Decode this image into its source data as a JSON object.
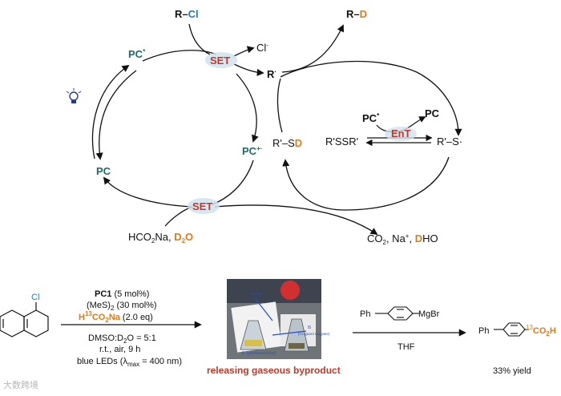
{
  "cycle": {
    "R_Cl": {
      "R": "R",
      "dash": "–",
      "Cl": "Cl"
    },
    "R_D": {
      "R": "R",
      "dash": "–",
      "D": "D"
    },
    "pc_star": {
      "base": "PC",
      "sup": "*"
    },
    "pc_radical_cation": {
      "base": "PC",
      "sup": "+·"
    },
    "pc_ground": "PC",
    "set_top": "SET",
    "set_bottom": "SET",
    "chloride": {
      "base": "Cl",
      "sup": "-"
    },
    "R_radical": {
      "base": "R",
      "sup": "·"
    },
    "RSD": {
      "prefix": "R'–S",
      "D": "D"
    },
    "energy_transfer": {
      "pc_star": "PC",
      "pc_star_sup": "*",
      "pc": "PC",
      "ent": "EnT"
    },
    "disulfide": "R'SSR'",
    "thiyl": "R'–S·",
    "reagents_bottom": {
      "text": "HCO",
      "sub2": "2",
      "na": "Na, ",
      "d2o_D": "D",
      "d2o_sub": "2",
      "d2o_O": "O"
    },
    "products_bottom": {
      "co2": "CO",
      "co2_sub": "2",
      "rest": ", Na",
      "na_sup": "+",
      "sep": ", ",
      "D": "D",
      "HO": "HO"
    }
  },
  "reaction": {
    "substrate_atom": "Cl",
    "conditions": {
      "line1_bold": "PC1",
      "line1_rest": " (5 mol%)",
      "line2": "(MeS)",
      "line2_sub": "2",
      "line2_rest": " (30 mol%)",
      "line3_H": "H",
      "line3_sup": "13",
      "line3_CO": "CO",
      "line3_sub": "2",
      "line3_Na": "Na",
      "line3_rest": " (2.0 eq)",
      "line4": "DMSO:D",
      "line4_sub": "2",
      "line4_rest": "O = 5:1",
      "line5": "r.t., air, 9 h",
      "line6": "blue LEDs (λ",
      "line6_sub": "max",
      "line6_rest": " = 400 nm)"
    },
    "photo": {
      "label_a": "A",
      "label_a_sub": "(photoreaction)",
      "label_b": "B",
      "label_b_sub": "(Grignard reagents)",
      "label_arrow": "Arrow"
    },
    "caption": "releasing gaseous byproduct",
    "grignard": {
      "ph": "Ph",
      "mgbr": "MgBr"
    },
    "solvent": "THF",
    "product": {
      "ph": "Ph",
      "sup": "13",
      "co2h": "CO",
      "sub": "2",
      "h": "H"
    },
    "yield": "33% yield"
  },
  "watermark": "大数跨境"
}
